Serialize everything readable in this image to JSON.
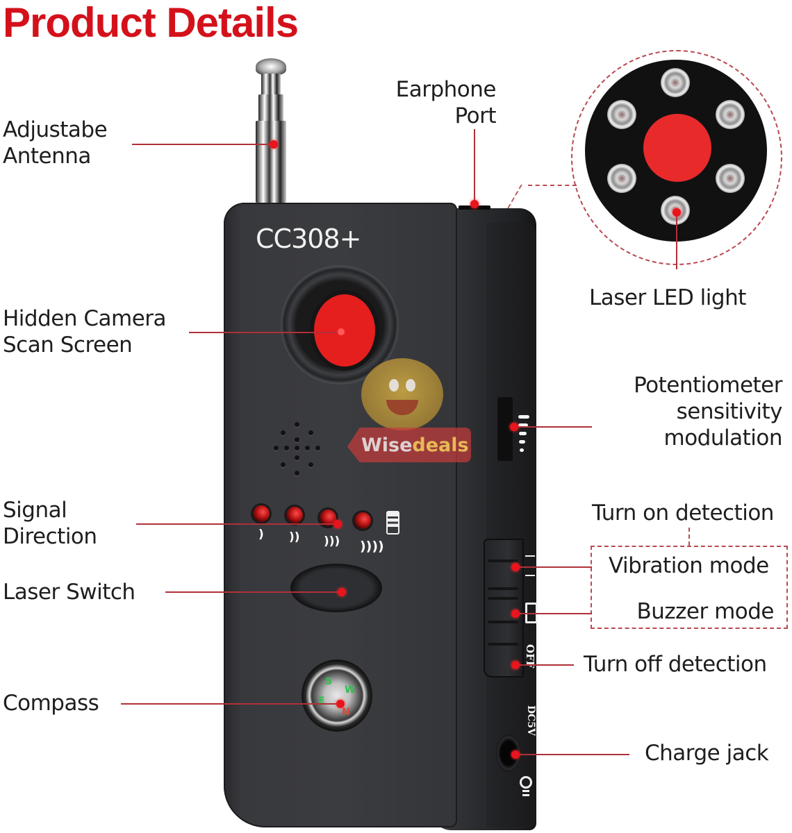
{
  "header": {
    "title": "Product Details"
  },
  "device": {
    "model": "CC308+",
    "compass_letters": [
      "S",
      "W",
      "E",
      "N"
    ],
    "switch_labels": {
      "off": "OFF",
      "dc": "DC5V"
    },
    "signal_levels": [
      ")",
      "))",
      ")))",
      "))))"
    ]
  },
  "watermark": {
    "word1": "Wise",
    "word2": "deals"
  },
  "callouts": {
    "antenna": {
      "line1": "Adjustabe",
      "line2": "Antenna"
    },
    "earphone": {
      "line1": "Earphone",
      "line2": "Port"
    },
    "laser_led": {
      "label": "Laser LED light"
    },
    "camera": {
      "line1": "Hidden Camera",
      "line2": "Scan Screen"
    },
    "potentiometer": {
      "line1": "Potentiometer",
      "line2": "sensitivity",
      "line3": "modulation"
    },
    "signal": {
      "line1": "Signal",
      "line2": "Direction"
    },
    "turn_on": {
      "label": "Turn on detection"
    },
    "vibration": {
      "label": "Vibration mode"
    },
    "buzzer": {
      "label": "Buzzer mode"
    },
    "laser_switch": {
      "label": "Laser Switch"
    },
    "turn_off": {
      "label": "Turn off detection"
    },
    "compass": {
      "label": "Compass"
    },
    "charge": {
      "label": "Charge jack"
    }
  },
  "colors": {
    "title_red": "#d4111b",
    "callout_line": "#b03038",
    "device_body": "#3b3c40",
    "lens_red": "#e51e1e"
  }
}
